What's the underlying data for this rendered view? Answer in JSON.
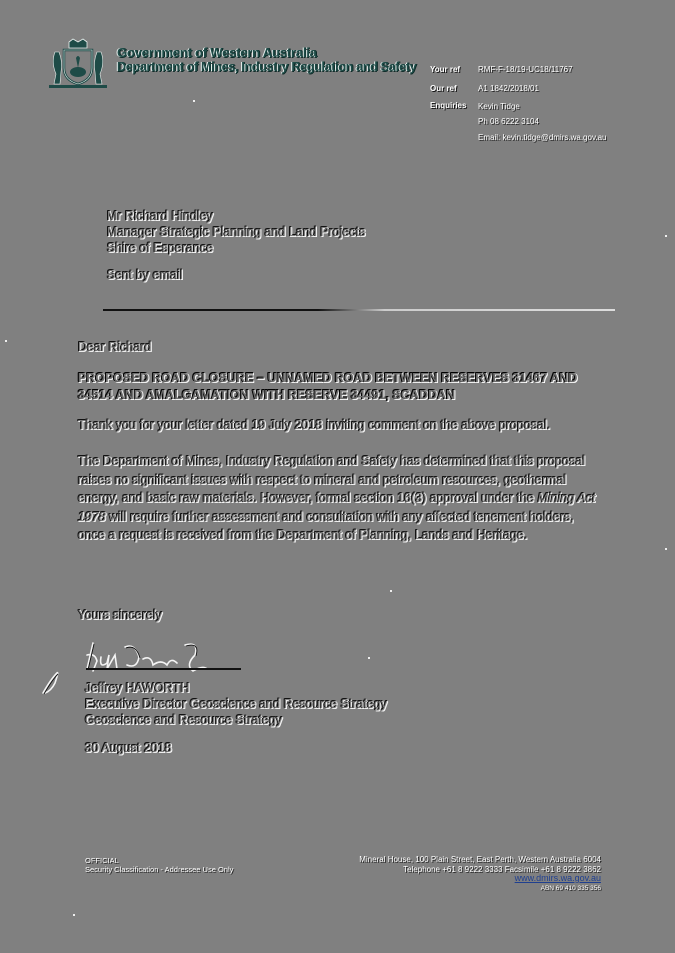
{
  "letterhead": {
    "crest_icon": "wa-coat-of-arms-icon",
    "government": "Government of Western Australia",
    "department": "Department of Mines, Industry Regulation and Safety",
    "brand_color": "#1e4b47"
  },
  "references": {
    "your_ref_label": "Your ref",
    "your_ref_value": "RMF-F-18/19-UC18/11767",
    "our_ref_label": "Our ref",
    "our_ref_value": "A1 1842/2018/01",
    "enquiries_label": "Enquiries",
    "enquiries_name": "Kevin Tidge",
    "enquiries_phone": "Ph 08 6222 3104",
    "enquiries_email": "Email: kevin.tidge@dmirs.wa.gov.au"
  },
  "recipient": {
    "name": "Mr Richard Hindley",
    "title": "Manager Strategic Planning and Land Projects",
    "organisation": "Shire of Esperance",
    "delivery": "Sent by email"
  },
  "letter": {
    "salutation": "Dear Richard",
    "subject": "PROPOSED ROAD CLOSURE – UNNAMED ROAD BETWEEN RESERVES 31467 AND 34514 AND AMALGAMATION WITH RESERVE 34491, SCADDAN",
    "paragraph1": "Thank you for your letter dated 19 July 2018 inviting comment on the above proposal.",
    "paragraph2_part1": "The Department of Mines, Industry Regulation and Safety has determined that this proposal raises no significant issues with respect to mineral and petroleum resources, geothermal energy, and basic raw materials. However, formal section 16(3) approval under the ",
    "paragraph2_act": "Mining Act 1978",
    "paragraph2_part2": " will require further assessment and consultation with any affected tenement holders, once a request is received from the Department of Planning, Lands and Heritage.",
    "closing": "Yours sincerely"
  },
  "signatory": {
    "signature_icon": "handwritten-signature-icon",
    "name": "Jeffrey HAWORTH",
    "position": "Executive Director Geoscience and Resource Strategy",
    "division": "Geoscience and Resource Strategy",
    "date": "30 August 2018"
  },
  "footer": {
    "classification_1": "OFFICIAL",
    "classification_2": "Security Classification - Addressee Use Only",
    "address": "Mineral House, 100 Plain Street, East Perth, Western Australia 6004",
    "contact": "Telephone +61 8 9222 3333 Facsimile +61 8 9222 3862",
    "website": "www.dmirs.wa.gov.au",
    "abn": "ABN 69 410 335 356",
    "link_color": "#1f3f8f"
  }
}
